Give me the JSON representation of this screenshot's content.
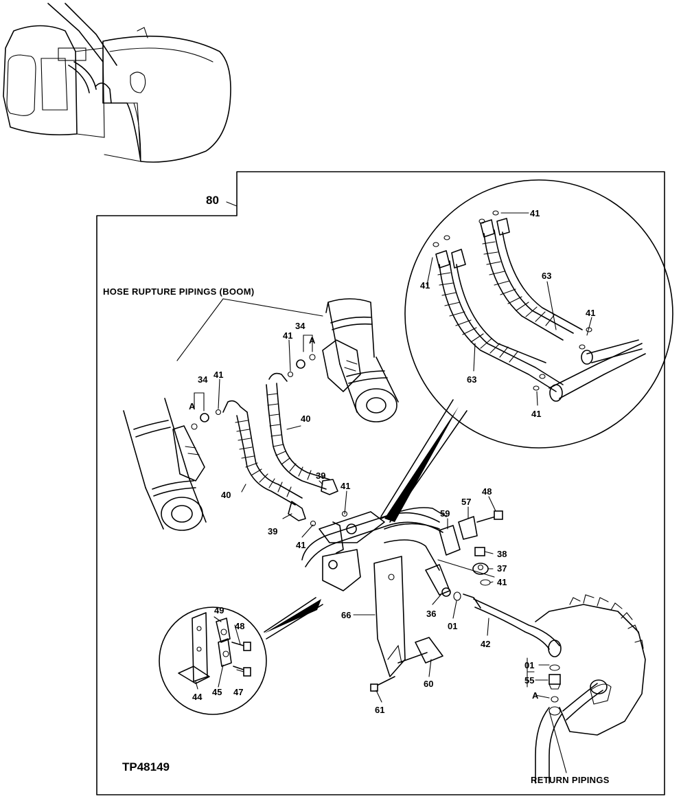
{
  "diagram": {
    "ref_number": "80",
    "drawing_id": "TP48149",
    "captions": {
      "hose_rupture": "HOSE RUPTURE PIPINGS (BOOM)",
      "return": "RETURN PIPINGS"
    },
    "part_labels": {
      "p01": "01",
      "p34": "34",
      "p36": "36",
      "p37": "37",
      "p38": "38",
      "p39": "39",
      "p40": "40",
      "p41": "41",
      "p42": "42",
      "p44": "44",
      "p45": "45",
      "p47": "47",
      "p48": "48",
      "p49": "49",
      "p55": "55",
      "p57": "57",
      "p59": "59",
      "p60": "60",
      "p61": "61",
      "p63": "63",
      "p66": "66",
      "ref_a": "A"
    }
  }
}
